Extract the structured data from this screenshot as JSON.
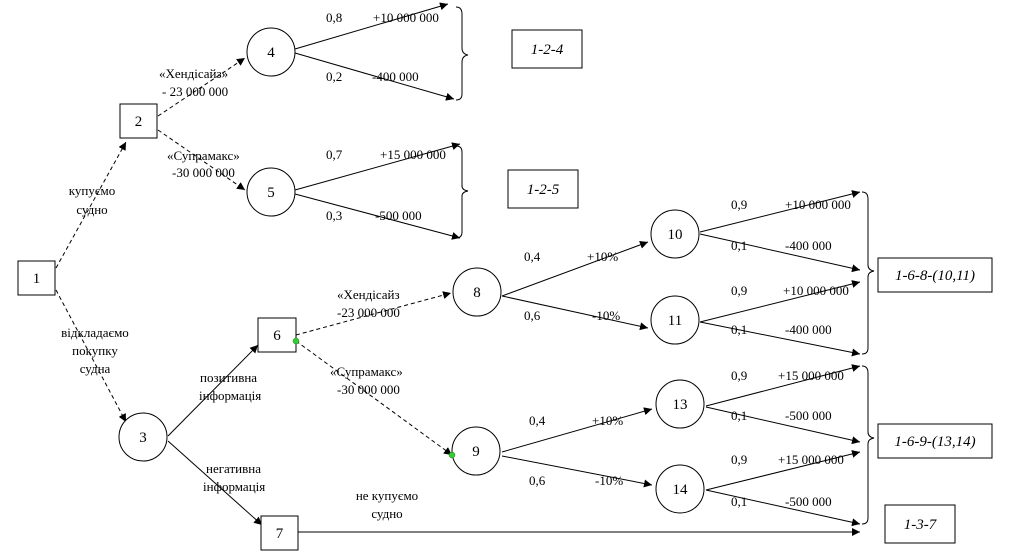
{
  "nodes": [
    {
      "id": "n1",
      "label": "1",
      "shape": "square"
    },
    {
      "id": "n2",
      "label": "2",
      "shape": "square"
    },
    {
      "id": "n3",
      "label": "3",
      "shape": "circle"
    },
    {
      "id": "n4",
      "label": "4",
      "shape": "circle"
    },
    {
      "id": "n5",
      "label": "5",
      "shape": "circle"
    },
    {
      "id": "n6",
      "label": "6",
      "shape": "square"
    },
    {
      "id": "n7",
      "label": "7",
      "shape": "square"
    },
    {
      "id": "n8",
      "label": "8",
      "shape": "circle"
    },
    {
      "id": "n9",
      "label": "9",
      "shape": "circle"
    },
    {
      "id": "n10",
      "label": "10",
      "shape": "circle"
    },
    {
      "id": "n11",
      "label": "11",
      "shape": "circle"
    },
    {
      "id": "n13",
      "label": "13",
      "shape": "circle"
    },
    {
      "id": "n14",
      "label": "14",
      "shape": "circle"
    }
  ],
  "edge_labels": {
    "buy_ship": [
      "купуємо",
      "судно"
    ],
    "postpone": [
      "відкладаємо",
      "покупку",
      "судна"
    ],
    "handysize_top": [
      "«Хендісайз»",
      "- 23 000 000"
    ],
    "supramax_top": [
      "«Супрамакс»",
      "-30 000 000"
    ],
    "positive_info": [
      "позитивна",
      "інформація"
    ],
    "negative_info": [
      "негативна",
      "інформація"
    ],
    "handysize_bottom": [
      "«Хендісайз",
      "-23 000 000"
    ],
    "supramax_bottom": [
      "«Супрамакс»",
      "-30 000 000"
    ],
    "not_buy": [
      "не купуємо",
      "судно"
    ]
  },
  "outcomes": {
    "n4_up": {
      "prob": "0,8",
      "value": "+10 000 000"
    },
    "n4_down": {
      "prob": "0,2",
      "value": "-400 000"
    },
    "n5_up": {
      "prob": "0,7",
      "value": "+15 000 000"
    },
    "n5_down": {
      "prob": "0,3",
      "value": "-500 000"
    },
    "n8_up": {
      "prob": "0,4",
      "value": "+10%"
    },
    "n8_down": {
      "prob": "0,6",
      "value": "-10%"
    },
    "n9_up": {
      "prob": "0,4",
      "value": "+10%"
    },
    "n9_down": {
      "prob": "0,6",
      "value": "-10%"
    },
    "n10_up": {
      "prob": "0,9",
      "value": "+10 000 000"
    },
    "n10_down": {
      "prob": "0,1",
      "value": "-400 000"
    },
    "n11_up": {
      "prob": "0,9",
      "value": "+10 000 000"
    },
    "n11_down": {
      "prob": "0,1",
      "value": "-400 000"
    },
    "n13_up": {
      "prob": "0,9",
      "value": "+15 000 000"
    },
    "n13_down": {
      "prob": "0,1",
      "value": "-500 000"
    },
    "n14_up": {
      "prob": "0,9",
      "value": "+15 000 000"
    },
    "n14_down": {
      "prob": "0,1",
      "value": "-500 000"
    }
  },
  "path_labels": {
    "p124": "1-2-4",
    "p125": "1-2-5",
    "p16810": "1-6-8-(10,11)",
    "p16913": "1-6-9-(13,14)",
    "p137": "1-3-7"
  },
  "colors": {
    "line": "#000000",
    "marker": "#33cc33"
  }
}
